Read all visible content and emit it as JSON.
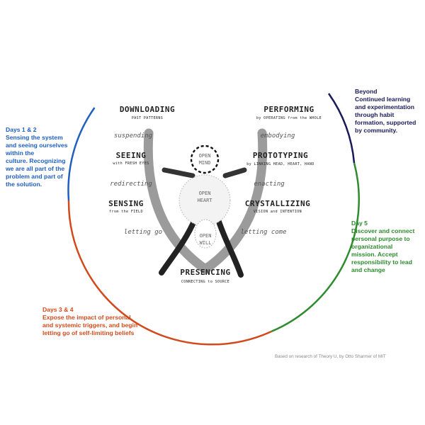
{
  "stages": {
    "downloading": {
      "title": "DOWNLOADING",
      "subtitle": "PAST PATTERNS"
    },
    "seeing": {
      "title": "SEEING",
      "subtitle": "with FRESH EYES"
    },
    "sensing": {
      "title": "SENSING",
      "subtitle": "from the FIELD"
    },
    "presencing": {
      "title": "PRESENCING",
      "subtitle": "CONNECTING to SOURCE"
    },
    "crystallizing": {
      "title": "CRYSTALLIZING",
      "subtitle": "VISION and INTENTION"
    },
    "prototyping": {
      "title": "PROTOTYPING",
      "subtitle": "by LINKING HEAD, HEART, HAND"
    },
    "performing": {
      "title": "PERFORMING",
      "subtitle": "by OPERATING from the WHOLE"
    }
  },
  "transitions": {
    "suspending": "suspending",
    "redirecting": "redirecting",
    "letting_go": "letting go",
    "letting_come": "letting come",
    "enacting": "enacting",
    "embodying": "embodying"
  },
  "openings": {
    "mind": [
      "OPEN",
      "MIND"
    ],
    "heart": [
      "OPEN",
      "HEART"
    ],
    "will": [
      "OPEN",
      "WILL"
    ]
  },
  "notes": {
    "days12": {
      "title": "Days 1 & 2",
      "lines": [
        "Sensing the system",
        "and seeing ourselves",
        "within the",
        "culture.  Recognizing",
        "we are all part of the",
        "problem and part of",
        "the solution."
      ]
    },
    "days34": {
      "title": "Days 3 & 4",
      "lines": [
        "Expose the impact of personal",
        "and systemic triggers, and begin",
        "letting go of self-limiting beliefs"
      ]
    },
    "day5": {
      "title": "Day 5",
      "lines": [
        "Discover and connect",
        "personal purpose to",
        "organizational",
        "mission.  Accept",
        "responsibility to lead",
        "and change"
      ]
    },
    "beyond": {
      "title": "Beyond",
      "lines": [
        "Continued learning",
        "and experimentation",
        "through habit",
        "formation, supported",
        "by community."
      ]
    }
  },
  "credit": "Based on research of Theory U, by Otto Sharmer of MIT",
  "colors": {
    "days12": "#1f5fbf",
    "days34": "#d24a1c",
    "day5": "#2e8b2e",
    "beyond": "#1a1a5a"
  }
}
